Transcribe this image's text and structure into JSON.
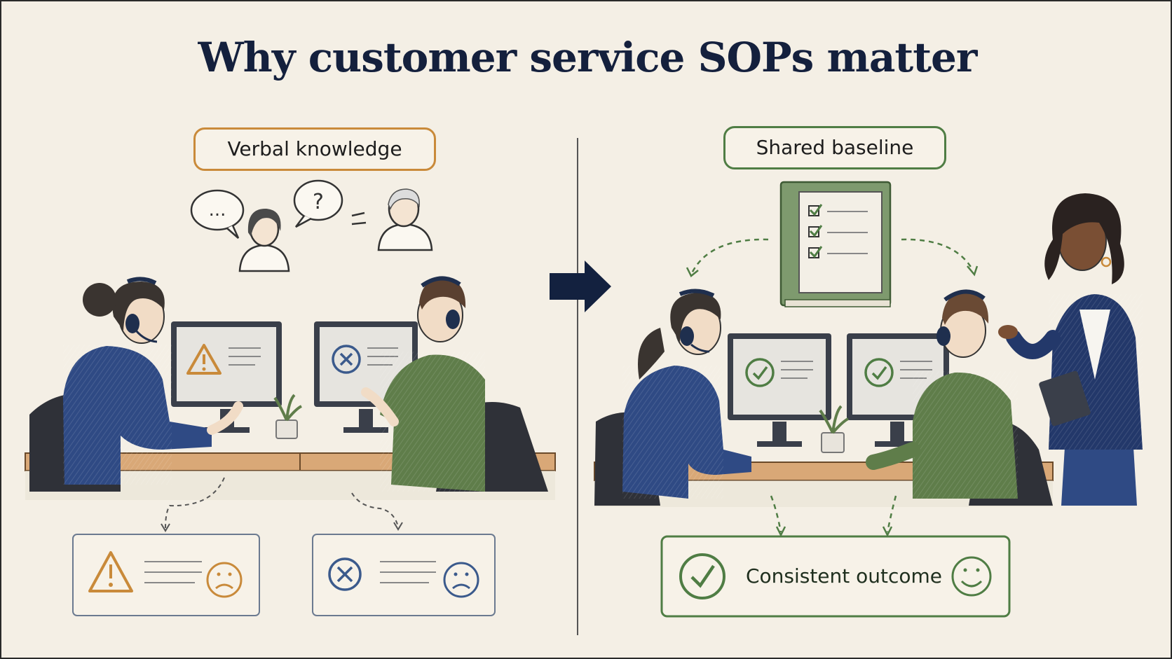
{
  "title": "Why customer service SOPs matter",
  "left_panel": {
    "tag": "Verbal knowledge",
    "speech_bubbles": [
      "...",
      "?"
    ]
  },
  "right_panel": {
    "tag": "Shared baseline",
    "outcome_label": "Consistent outcome"
  },
  "colors": {
    "background": "#f4efe5",
    "title": "#14203d",
    "warning": "#c98a3a",
    "error": "#3b5a8c",
    "success": "#4f7d44",
    "navy": "#1f3563",
    "green_shirt": "#5f7d4a"
  },
  "icons": {
    "left_monitor_1": "warning-triangle-icon",
    "left_monitor_2": "x-circle-icon",
    "right_monitors": "check-circle-icon",
    "left_results": [
      "warning-triangle-icon",
      "x-circle-icon",
      "sad-face-icon"
    ],
    "right_result": [
      "check-circle-icon",
      "smile-face-icon"
    ],
    "transition": "right-arrow-icon",
    "manual": "checklist-book-icon"
  }
}
